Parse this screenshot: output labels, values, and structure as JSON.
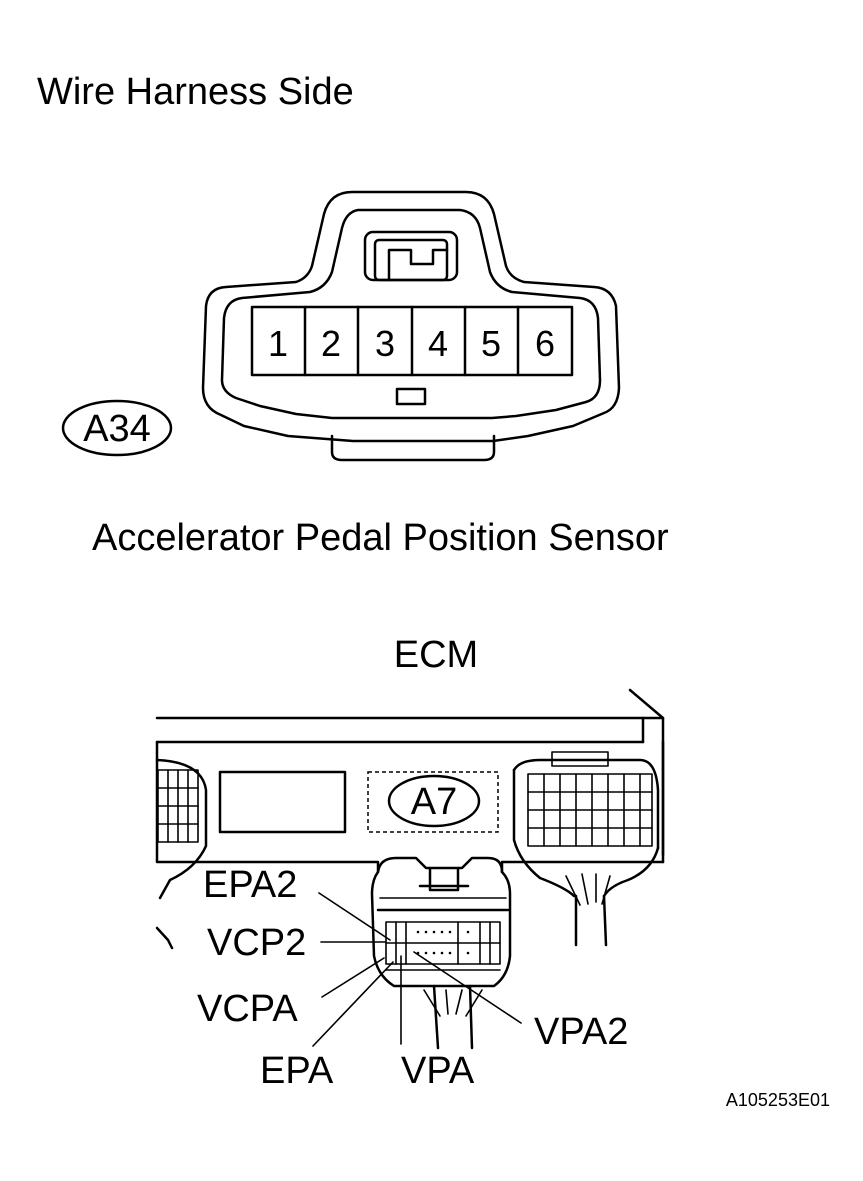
{
  "header": {
    "title": "Wire Harness Side"
  },
  "sensor_connector": {
    "id": "A34",
    "pins": [
      "1",
      "2",
      "3",
      "4",
      "5",
      "6"
    ],
    "component_name": "Accelerator Pedal Position Sensor"
  },
  "ecm": {
    "title": "ECM",
    "connector_id": "A7",
    "terminals": [
      "EPA2",
      "VCP2",
      "VCPA",
      "EPA",
      "VPA",
      "VPA2"
    ]
  },
  "reference_code": "A105253E01"
}
